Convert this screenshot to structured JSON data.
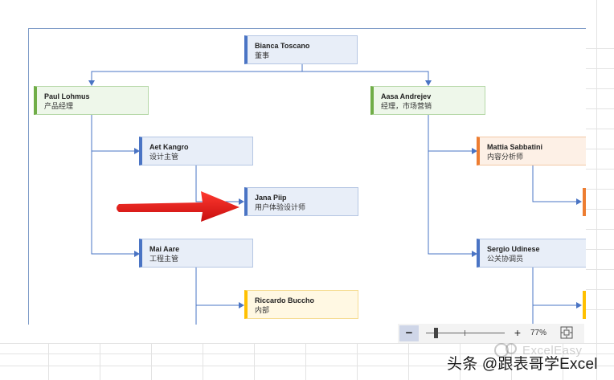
{
  "org_chart": {
    "nodes": [
      {
        "id": "bianca",
        "name": "Bianca Toscano",
        "role": "董事"
      },
      {
        "id": "paul",
        "name": "Paul Lohmus",
        "role": "产品经理"
      },
      {
        "id": "aasa",
        "name": "Aasa Andrejev",
        "role": "经理，市场营销"
      },
      {
        "id": "aet",
        "name": "Aet Kangro",
        "role": "设计主管"
      },
      {
        "id": "mattia",
        "name": "Mattia Sabbatini",
        "role": "内容分析师"
      },
      {
        "id": "jana",
        "name": "Jana Piip",
        "role": "用户体验设计师"
      },
      {
        "id": "mai",
        "name": "Mai Aare",
        "role": "工程主管"
      },
      {
        "id": "sergio",
        "name": "Sergio Udinese",
        "role": "公关协调员"
      },
      {
        "id": "riccardo",
        "name": "Riccardo Buccho",
        "role": "内部"
      }
    ],
    "colors": {
      "blue": "#4a74c4",
      "green": "#70ad47",
      "orange": "#ed7d31",
      "yellow": "#ffc000",
      "connector": "#4a74c4",
      "annotation_arrow": "#e01b1b"
    }
  },
  "status_bar": {
    "zoom_out_label": "−",
    "zoom_in_label": "+",
    "zoom_percent": "77%",
    "zoom_level": 0.77
  },
  "watermark": {
    "brand": "ExcelEasy",
    "account": "头条 @跟表哥学Excel"
  }
}
